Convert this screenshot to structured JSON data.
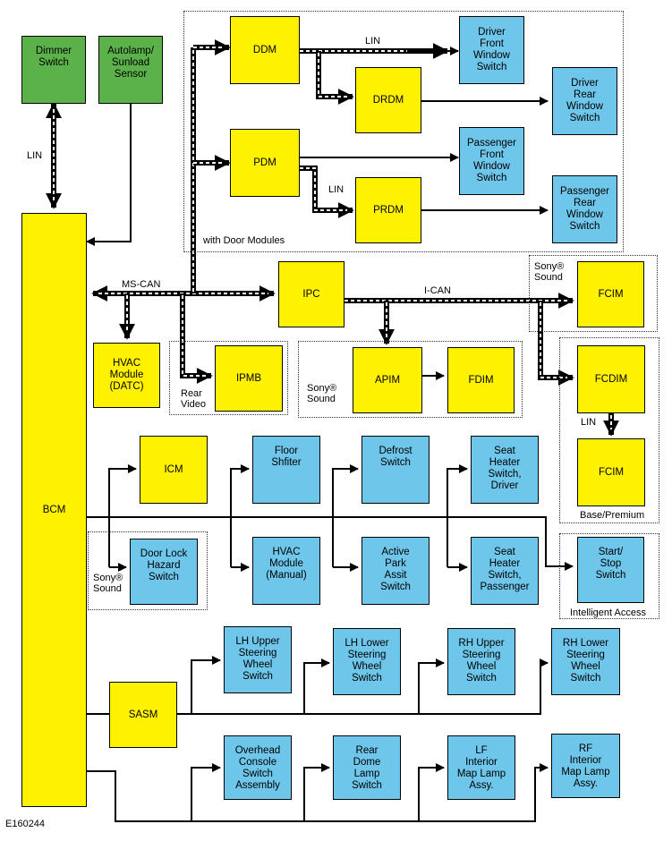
{
  "figure_id": "E160244",
  "modules": {
    "dimmer": "Dimmer\nSwitch",
    "autolamp": "Autolamp/\nSunload\nSensor",
    "bcm": "BCM",
    "ddm": "DDM",
    "drdm": "DRDM",
    "pdm": "PDM",
    "prdm": "PRDM",
    "dfws": "Driver\nFront\nWindow\nSwitch",
    "drws": "Driver\nRear\nWindow\nSwitch",
    "pfws": "Passenger\nFront\nWindow\nSwitch",
    "prws": "Passenger\nRear\nWindow\nSwitch",
    "ipc": "IPC",
    "fcim_top": "FCIM",
    "hvac_datc": "HVAC\nModule\n(DATC)",
    "ipmb": "IPMB",
    "apim": "APIM",
    "fdim": "FDIM",
    "fcdim": "FCDIM",
    "fcim_bottom": "FCIM",
    "icm": "ICM",
    "floor": "Floor\nShfiter",
    "defrost": "Defrost\nSwitch",
    "seat_driver": "Seat\nHeater\nSwitch,\nDriver",
    "door_lock": "Door Lock\nHazard\nSwitch",
    "hvac_manual": "HVAC\nModule\n(Manual)",
    "park_assist": "Active\nPark\nAssit\nSwitch",
    "seat_pass": "Seat\nHeater\nSwitch,\nPassenger",
    "start_stop": "Start/\nStop\nSwitch",
    "sasm": "SASM",
    "lh_upper": "LH Upper\nSteering\nWheel\nSwitch",
    "lh_lower": "LH Lower\nSteering\nWheel\nSwitch",
    "rh_upper": "RH Upper\nSteering\nWheel\nSwitch",
    "rh_lower": "RH Lower\nSteering\nWheel\nSwitch",
    "overhead": "Overhead\nConsole\nSwitch\nAssembly",
    "rear_dome": "Rear\nDome\nLamp\nSwitch",
    "lf_map": "LF\nInterior\nMap Lamp\nAssy.",
    "rf_map": "RF\nInterior\nMap Lamp\nAssy."
  },
  "labels": {
    "lin_dimmer": "LIN",
    "lin_ddm": "LIN",
    "lin_pdm": "LIN",
    "lin_fcdim": "LIN",
    "with_door_modules": "with Door Modules",
    "ms_can": "MS-CAN",
    "i_can": "I-CAN",
    "sony_fcim": "Sony®\nSound",
    "sony_apim": "Sony®\nSound",
    "sony_door": "Sony®\nSound",
    "rear_video": "Rear\nVideo",
    "base_premium": "Base/Premium",
    "intelligent_access": "Intelligent Access"
  },
  "colors": {
    "module_yellow": "#fff200",
    "switch_blue": "#6ec6ea",
    "sensor_green": "#5cb24a",
    "line": "#000000"
  }
}
